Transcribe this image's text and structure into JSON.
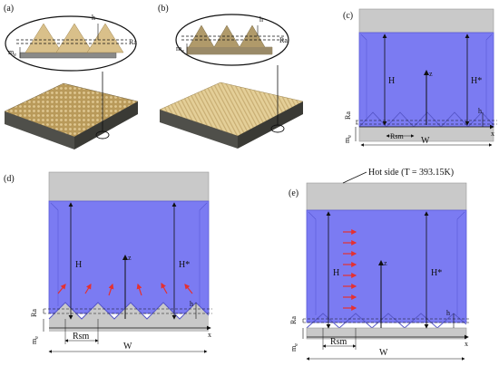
{
  "panels": {
    "a": "(a)",
    "b": "(b)",
    "c": "(c)",
    "d": "(d)",
    "e": "(e)"
  },
  "labels": {
    "h": "h",
    "ra": "Ra",
    "me": "m",
    "me_sub": "e",
    "H": "H",
    "H_star": "H*",
    "z": "z",
    "x": "x",
    "rsm": "Rsm",
    "W": "W"
  },
  "hot_side": "Hot side (T = 393.15K)",
  "colors": {
    "fluid": "#7b7bf2",
    "fluid_edge": "#5b5bd6",
    "gray": "#c8c8c8",
    "gold": "#d9c08a",
    "gold_dark": "#b89a5c",
    "plate_dark": "#5a5a52",
    "arrow_red": "#e53030"
  }
}
